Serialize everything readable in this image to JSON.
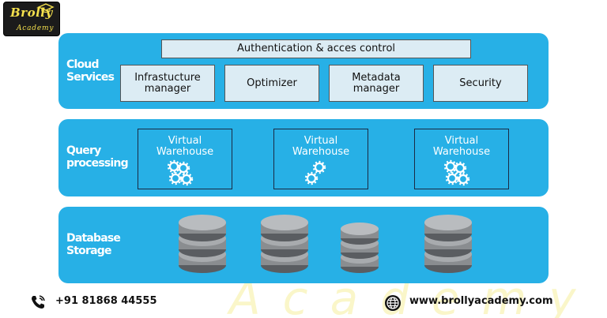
{
  "logo": {
    "brand": "Brolly",
    "sub": "Academy"
  },
  "watermark": {
    "text": "Academy"
  },
  "cloud_services": {
    "label_line1": "Cloud",
    "label_line2": "Services",
    "auth": "Authentication & acces control",
    "items": [
      {
        "line1": "Infrastucture",
        "line2": "manager"
      },
      {
        "line1": "Optimizer",
        "line2": ""
      },
      {
        "line1": "Metadata",
        "line2": "manager"
      },
      {
        "line1": "Security",
        "line2": ""
      }
    ]
  },
  "query_processing": {
    "label_line1": "Query",
    "label_line2": "processing",
    "warehouses": [
      {
        "line1": "Virtual",
        "line2": "Warehouse"
      },
      {
        "line1": "Virtual",
        "line2": "Warehouse"
      },
      {
        "line1": "Virtual",
        "line2": "Warehouse"
      }
    ]
  },
  "database_storage": {
    "label_line1": "Database",
    "label_line2": "Storage"
  },
  "footer": {
    "phone": "+91 81868 44555",
    "website": "www.brollyacademy.com"
  },
  "colors": {
    "panel": "#27b0e6",
    "box_light": "#dcecf4",
    "accent_yellow": "#f4e04d",
    "db_dark": "#5a5d61",
    "db_light": "#a8abae"
  }
}
